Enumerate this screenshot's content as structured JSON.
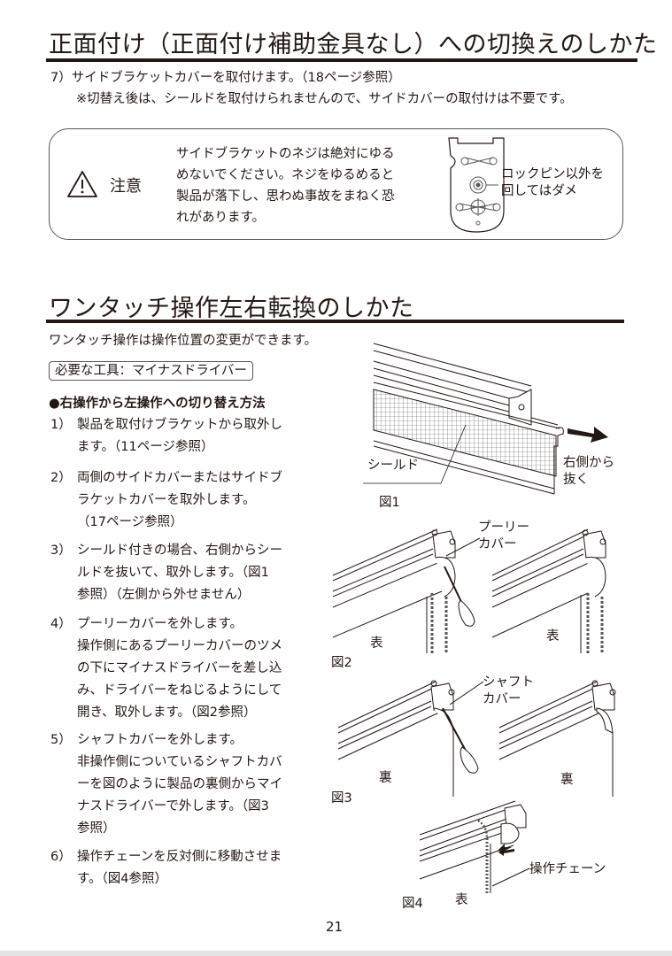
{
  "section1": {
    "title": "正面付け（正面付け補助金具なし）への切換えのしかた",
    "step7": {
      "num": "7）",
      "text": "サイドブラケットカバーを取付けます。（18ページ参照）",
      "note": "※切替え後は、シールドを取付けられませんので、サイドカバーの取付けは不要です。"
    },
    "caution": {
      "icon": "warning-triangle-icon",
      "label": "注意",
      "lines": [
        "サイドブラケットのネジは絶対にゆる",
        "めないでください。ネジをゆるめると",
        "製品が落下し、思わぬ事故をまねく恐",
        "れがあります。"
      ],
      "figure_callout": [
        "ロックピン以外を",
        "回してはダメ"
      ]
    }
  },
  "section2": {
    "title": "ワンタッチ操作左右転換のしかた",
    "intro": "ワンタッチ操作は操作位置の変更ができます。",
    "tools": "必要な工具：マイナスドライバー",
    "method_heading": "●右操作から左操作への切り替え方法",
    "steps": [
      {
        "num": "1）",
        "lines": [
          "製品を取付けブラケットから取外し",
          "ます。（11ページ参照）"
        ]
      },
      {
        "num": "2）",
        "lines": [
          "両側のサイドカバーまたはサイドブ",
          "ラケットカバーを取外します。",
          "（17ページ参照）"
        ]
      },
      {
        "num": "3）",
        "lines": [
          "シールド付きの場合、右側からシー",
          "ルドを抜いて、取外します。（図1",
          "参照）（左側から外せません）"
        ]
      },
      {
        "num": "4）",
        "lines": [
          "プーリーカバーを外します。",
          "操作側にあるプーリーカバーのツメ",
          "の下にマイナスドライバーを差し込",
          "み、ドライバーをねじるようにして",
          "開き、取外します。（図2参照）"
        ]
      },
      {
        "num": "5）",
        "lines": [
          "シャフトカバーを外します。",
          "非操作側についているシャフトカバ",
          "ーを図のように製品の裏側からマイ",
          "ナスドライバーで外します。（図3",
          "参照）"
        ]
      },
      {
        "num": "6）",
        "lines": [
          "操作チェーンを反対側に移動させま",
          "す。（図4参照）"
        ]
      }
    ],
    "figures": {
      "fig1": {
        "caption": "図1",
        "shield_label": "シールド",
        "pull_label": [
          "右側から",
          "抜く"
        ]
      },
      "fig2": {
        "caption": "図2",
        "pulley_label": [
          "プーリー",
          "カバー"
        ],
        "face_left": "表",
        "face_right": "表"
      },
      "fig3": {
        "caption": "図3",
        "shaft_label": [
          "シャフト",
          "カバー"
        ],
        "face_left": "裏",
        "face_right": "裏"
      },
      "fig4": {
        "caption": "図4",
        "chain_label": "操作チェーン",
        "face": "表"
      }
    }
  },
  "page_number": "21"
}
